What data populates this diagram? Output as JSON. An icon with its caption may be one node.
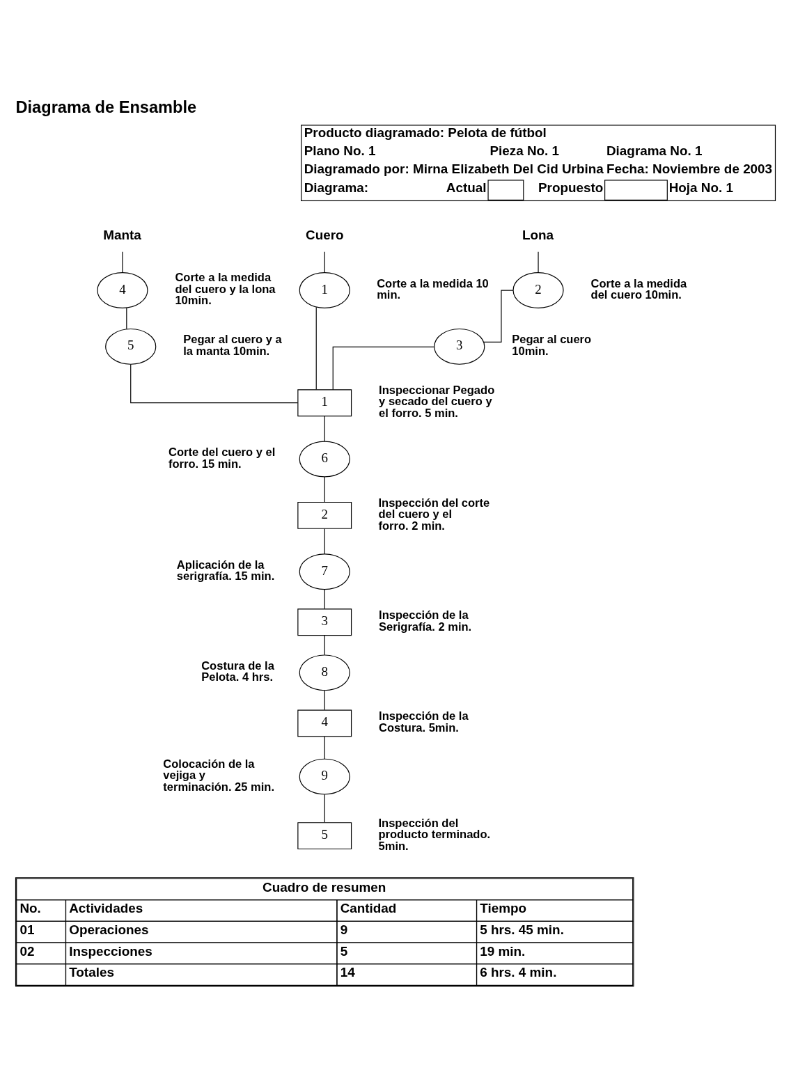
{
  "diagram": {
    "title": "Diagrama de Ensamble",
    "nodes": [
      {
        "text": [
          "Manta"
        ]
      },
      {
        "text": [
          "Lona"
        ]
      },
      {
        "text": [
          "Cuero"
        ]
      },
      {
        "text": [
          "4"
        ],
        "beside": [
          "Corte a la medida del cuero y la lona 10min."
        ]
      },
      {
        "text": [
          "2"
        ],
        "beside": [
          "Corte a la medida del cuero 10min."
        ]
      },
      {
        "text": [
          "1"
        ],
        "beside": [
          "Corte a la medida 10 min."
        ]
      },
      {
        "text": [
          "5"
        ],
        "beside": [
          "Pegar al cuero y a la manta 10min."
        ]
      },
      {
        "text": [
          "3"
        ],
        "beside": [
          "Pegar al cuero 10min."
        ]
      },
      {
        "text": [
          "1"
        ],
        "beside": [
          "Inspeccionar Pegado y secado del cuero y el forro. 5 min."
        ]
      },
      {
        "text": [
          "6"
        ],
        "beside": [
          "Corte del cuero y el forro. 15 min."
        ]
      },
      {
        "text": [
          "2"
        ],
        "beside": [
          "Inspección del corte del cuero y el forro. 2 min."
        ]
      },
      {
        "text": [
          "7"
        ],
        "beside": [
          "Aplicación de la serigrafía. 15 min."
        ]
      },
      {
        "text": [
          "3"
        ],
        "beside": [
          "Inspección de la Serigrafía. 2 min."
        ]
      },
      {
        "text": [
          "8"
        ],
        "beside": [
          "Costura de la Pelota. 4 hrs."
        ]
      },
      {
        "text": [
          "4"
        ],
        "beside": [
          "Inspección de la Costura. 5min."
        ]
      },
      {
        "text": [
          "9"
        ],
        "beside": [
          "Colocación de la vejiga y terminación. 25 min."
        ]
      },
      {
        "text": [
          "5"
        ],
        "beside": [
          "Inspección del producto terminado. 5min."
        ]
      }
    ],
    "edges": [
      {
        "from": 0,
        "to": 3,
        "arrow": "none"
      },
      {
        "from": 3,
        "to": 6,
        "arrow": "none"
      },
      {
        "from": 6,
        "to": 8,
        "arrow": "none"
      },
      {
        "from": 1,
        "to": 4,
        "arrow": "none"
      },
      {
        "from": 4,
        "to": 7,
        "arrow": "none"
      },
      {
        "from": 7,
        "to": 8,
        "arrow": "none"
      },
      {
        "from": 2,
        "to": 5,
        "arrow": "none"
      },
      {
        "from": 5,
        "to": 8,
        "arrow": "none"
      },
      {
        "from": 8,
        "to": 9,
        "arrow": "none"
      },
      {
        "from": 9,
        "to": 10,
        "arrow": "none"
      },
      {
        "from": 10,
        "to": 11,
        "arrow": "none"
      },
      {
        "from": 11,
        "to": 12,
        "arrow": "none"
      },
      {
        "from": 12,
        "to": 13,
        "arrow": "none"
      },
      {
        "from": 13,
        "to": 14,
        "arrow": "none"
      },
      {
        "from": 14,
        "to": 15,
        "arrow": "none"
      },
      {
        "from": 15,
        "to": 16,
        "arrow": "none"
      }
    ],
    "labels": [
      "Producto diagramado: Pelota de fútbol",
      "Plano No. 1",
      "Pieza No. 1",
      "Diagrama No. 1",
      "Diagramado por: Mirna Elizabeth Del Cid Urbina",
      "Fecha: Noviembre de 2003",
      "Diagrama:",
      "Actual",
      "Propuesto",
      "Hoja No. 1",
      "Cuadro de resumen",
      "No.",
      "Actividades",
      "Cantidad",
      "Tiempo",
      "01",
      "Operaciones",
      "9",
      "5 hrs. 45 min.",
      "02",
      "Inspecciones",
      "5",
      "19 min.",
      "Totales",
      "14",
      "6 hrs. 4 min."
    ]
  }
}
